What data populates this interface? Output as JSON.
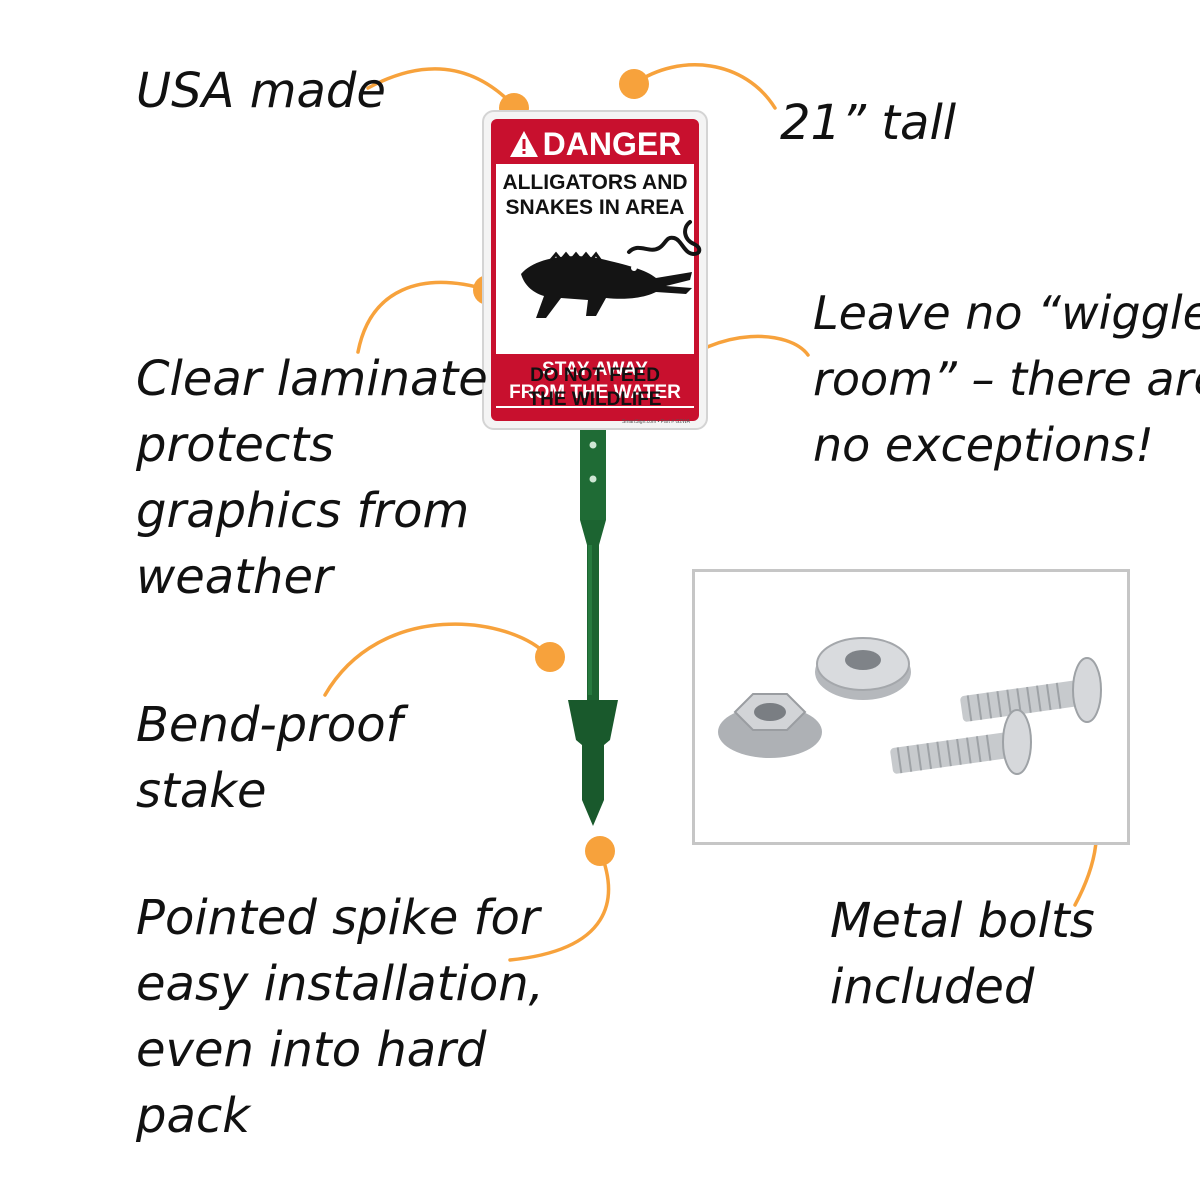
{
  "callouts": {
    "usa": "USA made",
    "tall": "21” tall",
    "laminate": [
      "Clear laminate",
      "protects",
      "graphics from",
      "weather"
    ],
    "wiggle": [
      "Leave no “wiggle",
      "room” – there are",
      "no exceptions!"
    ],
    "bend": [
      "Bend-proof",
      "stake"
    ],
    "spike": [
      "Pointed spike for",
      "easy installation,",
      "even into hard",
      "pack"
    ],
    "bolts": [
      "Metal bolts",
      "included"
    ]
  },
  "sign": {
    "header": "DANGER",
    "line1": [
      "ALLIGATORS AND",
      "SNAKES IN AREA"
    ],
    "band": [
      "STAY AWAY",
      "FROM THE WATER"
    ],
    "line3": [
      "DO NOT FEED",
      "THE WILDLIFE"
    ],
    "footer": "SmartSign.com • Part # G2WA"
  },
  "icons": {
    "warning": "warning-triangle-icon",
    "alligator": "alligator-icon",
    "snake": "snake-icon"
  },
  "colors": {
    "accent": "#f7a23c",
    "sign_red": "#c8102e",
    "stake_green": "#1f6b35",
    "text": "#111111"
  }
}
